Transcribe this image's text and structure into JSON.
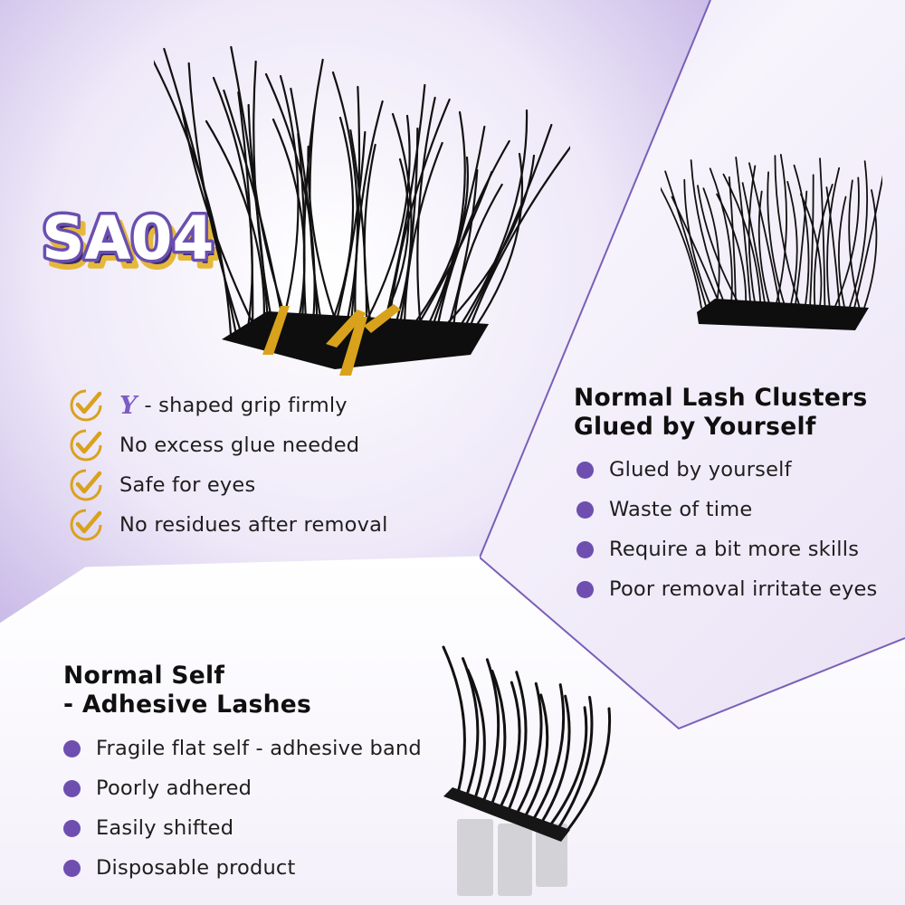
{
  "colors": {
    "accent_purple": "#a58ed6",
    "bullet_purple": "#6e4fb0",
    "y_purple": "#7c5cc2",
    "gold": "#d9a21c",
    "text": "#1e1e1e"
  },
  "brand": {
    "code": "SA04"
  },
  "featured": {
    "icon": "gold-check-icon",
    "items": [
      {
        "prefix": "Y",
        "label": "- shaped grip firmly"
      },
      {
        "label": "No excess glue needed"
      },
      {
        "label": "Safe for eyes"
      },
      {
        "label": "No residues after removal"
      }
    ]
  },
  "clusters": {
    "title_line1": "Normal Lash Clusters",
    "title_line2": "Glued by Yourself",
    "items": [
      {
        "label": "Glued by yourself"
      },
      {
        "label": "Waste of time"
      },
      {
        "label": "Require a bit more skills"
      },
      {
        "label": "Poor removal irritate eyes"
      }
    ]
  },
  "self_adhesive": {
    "title_line1": "Normal Self",
    "title_line2": "- Adhesive Lashes",
    "items": [
      {
        "label": "Fragile flat self - adhesive band"
      },
      {
        "label": "Poorly adhered"
      },
      {
        "label": "Easily shifted"
      },
      {
        "label": "Disposable product"
      }
    ]
  }
}
